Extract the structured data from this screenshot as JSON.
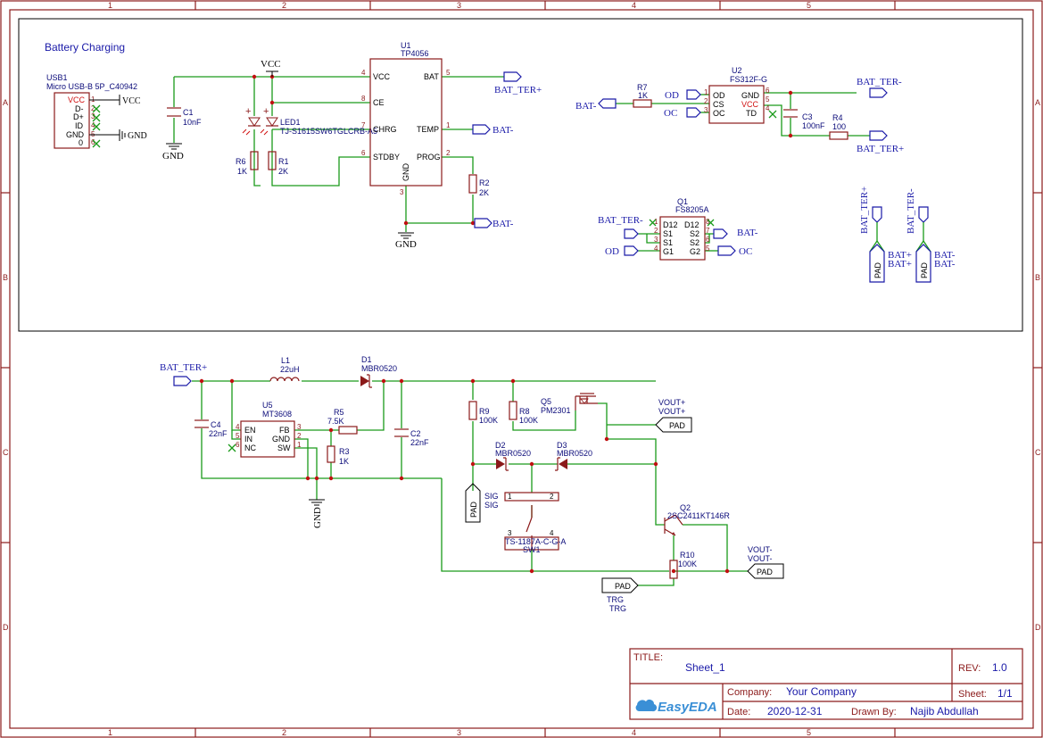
{
  "frame": {
    "cols": [
      "1",
      "2",
      "3",
      "4",
      "5"
    ],
    "rows": [
      "A",
      "B",
      "C",
      "D"
    ]
  },
  "section_title": "Battery Charging",
  "components": {
    "usb1": {
      "ref": "USB1",
      "value": "Micro USB-B 5P_C40942",
      "pins": [
        "VCC",
        "D-",
        "D+",
        "ID",
        "GND",
        "0"
      ],
      "pin_nums": [
        "1",
        "2",
        "3",
        "4",
        "5",
        "6"
      ]
    },
    "c1": {
      "ref": "C1",
      "value": "10nF"
    },
    "led1": {
      "ref": "LED1",
      "value": "TJ-S1615SW6TGLCRB-A5"
    },
    "u1": {
      "ref": "U1",
      "value": "TP4056",
      "pins_left": [
        "VCC",
        "CE",
        "CHRG",
        "STDBY"
      ],
      "nums_left": [
        "4",
        "8",
        "7",
        "6"
      ],
      "pins_right": [
        "BAT",
        "TEMP",
        "PROG"
      ],
      "nums_right": [
        "5",
        "1",
        "2"
      ],
      "pin_bottom": "GND",
      "num_bottom": "3"
    },
    "r6": {
      "ref": "R6",
      "value": "1K"
    },
    "r1": {
      "ref": "R1",
      "value": "2K"
    },
    "r2": {
      "ref": "R2",
      "value": "2K"
    },
    "u2": {
      "ref": "U2",
      "value": "FS312F-G",
      "pins_left": [
        "OD",
        "CS",
        "OC"
      ],
      "nums_left": [
        "1",
        "2",
        "3"
      ],
      "pins_right": [
        "GND",
        "VCC",
        "TD"
      ],
      "nums_right": [
        "6",
        "5",
        "4"
      ]
    },
    "r7": {
      "ref": "R7",
      "value": "1K"
    },
    "c3": {
      "ref": "C3",
      "value": "100nF"
    },
    "r4": {
      "ref": "R4",
      "value": "100"
    },
    "q1": {
      "ref": "Q1",
      "value": "FS8205A",
      "pins_left": [
        "D12",
        "S1",
        "S1",
        "G1"
      ],
      "nums_left": [
        "1",
        "2",
        "3",
        "4"
      ],
      "pins_right": [
        "D12",
        "S2",
        "S2",
        "G2"
      ],
      "nums_right": [
        "8",
        "7",
        "6",
        "5"
      ]
    },
    "l1": {
      "ref": "L1",
      "value": "22uH"
    },
    "d1": {
      "ref": "D1",
      "value": "MBR0520"
    },
    "u5": {
      "ref": "U5",
      "value": "MT3608",
      "pins_left": [
        "EN",
        "IN",
        "NC"
      ],
      "nums_left": [
        "4",
        "5",
        "6"
      ],
      "pins_right": [
        "FB",
        "GND",
        "SW"
      ],
      "nums_right": [
        "3",
        "2",
        "1"
      ]
    },
    "r5": {
      "ref": "R5",
      "value": "7.5K"
    },
    "r3": {
      "ref": "R3",
      "value": "1K"
    },
    "c4": {
      "ref": "C4",
      "value": "22nF"
    },
    "c2": {
      "ref": "C2",
      "value": "22nF"
    },
    "r9": {
      "ref": "R9",
      "value": "100K"
    },
    "r8": {
      "ref": "R8",
      "value": "100K"
    },
    "q5": {
      "ref": "Q5",
      "value": "PM2301"
    },
    "d2": {
      "ref": "D2",
      "value": "MBR0520"
    },
    "d3": {
      "ref": "D3",
      "value": "MBR0520"
    },
    "sw1": {
      "ref": "SW1",
      "value": "TS-1187A-C-G-A",
      "pins": [
        "1",
        "2",
        "3",
        "4"
      ]
    },
    "q2": {
      "ref": "Q2",
      "value": "2SC2411KT146R"
    },
    "r10": {
      "ref": "R10",
      "value": "100K"
    }
  },
  "nets": {
    "vcc": "VCC",
    "gnd": "GND",
    "bat_ter_plus": "BAT_TER+",
    "bat_ter_minus": "BAT_TER-",
    "bat_minus": "BAT-",
    "od": "OD",
    "oc": "OC",
    "bat_plus": "BAT+",
    "vout_plus": "VOUT+",
    "vout_minus": "VOUT-",
    "sig": "SIG",
    "trg": "TRG",
    "pad": "PAD"
  },
  "title_block": {
    "title_label": "TITLE:",
    "title": "Sheet_1",
    "rev_label": "REV:",
    "rev": "1.0",
    "company_label": "Company:",
    "company": "Your Company",
    "sheet_label": "Sheet:",
    "sheet": "1/1",
    "date_label": "Date:",
    "date": "2020-12-31",
    "drawn_label": "Drawn By:",
    "drawn_by": "Najib Abdullah",
    "logo": "EasyEDA"
  }
}
